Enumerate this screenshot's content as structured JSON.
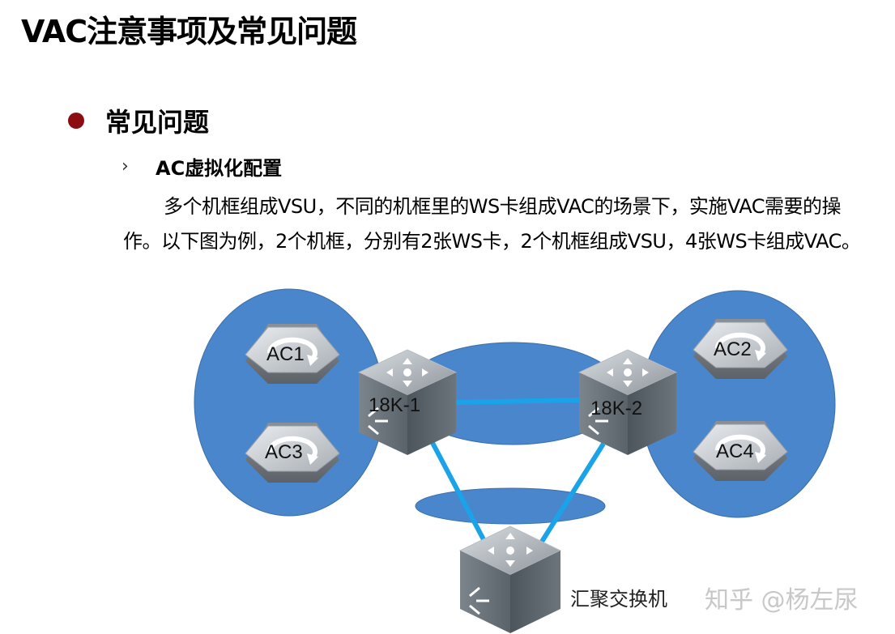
{
  "slide": {
    "title": "VAC注意事项及常见问题",
    "section_heading": "常见问题",
    "subsection_marker": "›",
    "subsection_heading": "AC虚拟化配置",
    "paragraph": "多个机框组成VSU，不同的机框里的WS卡组成VAC的场景下，实施VAC需要的操作。以下图为例，2个机框，分别有2张WS卡，2个机框组成VSU，4张WS卡组成VAC。"
  },
  "diagram": {
    "nodes": {
      "ac1": "AC1",
      "ac2": "AC2",
      "ac3": "AC3",
      "ac4": "AC4",
      "chassis1": "18K-1",
      "chassis2": "18K-2",
      "aggregation_switch": "汇聚交换机"
    },
    "colors": {
      "ellipse_fill": "#4a86cc",
      "link": "#1aa3e8",
      "bullet": "#8b0d12"
    }
  },
  "watermark": "知乎 @杨左尿"
}
